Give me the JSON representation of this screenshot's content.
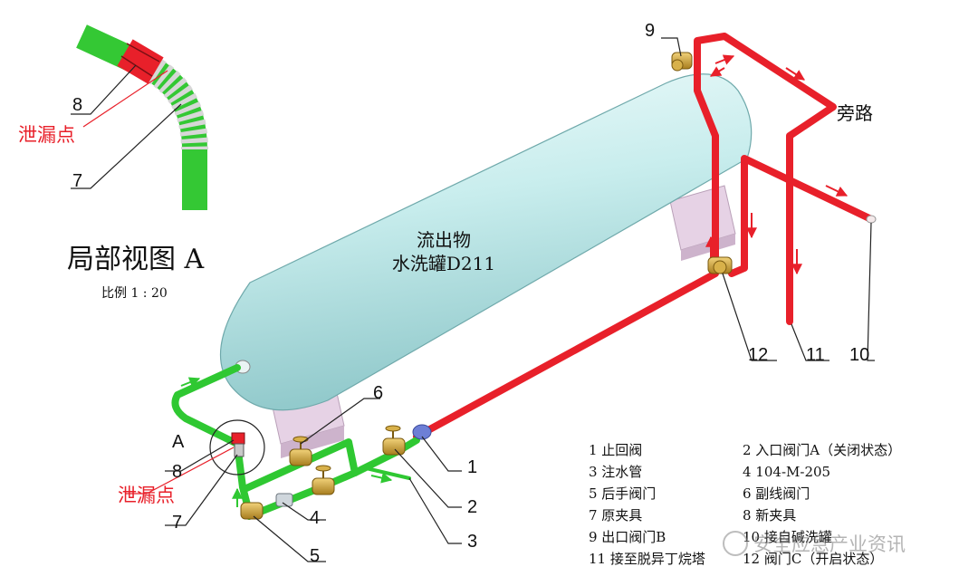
{
  "diagram": {
    "tank_label_line1": "流出物",
    "tank_label_line2": "水洗罐D211",
    "bypass_label": "旁路",
    "detail_view_title": "局部视图 A",
    "detail_scale": "比例 1 : 20",
    "view_marker": "A",
    "leak_point": "泄漏点",
    "callouts": {
      "c1": "1",
      "c2": "2",
      "c3": "3",
      "c4": "4",
      "c5": "5",
      "c6": "6",
      "c7": "7",
      "c8": "8",
      "c9": "9",
      "c10": "10",
      "c11": "11",
      "c12": "12"
    }
  },
  "legend": [
    {
      "left": "1 止回阀",
      "right": "2 入口阀门A（关闭状态）"
    },
    {
      "left": "3 注水管",
      "right": "4 104-M-205"
    },
    {
      "left": "5 后手阀门",
      "right": "6 副线阀门"
    },
    {
      "left": "7 原夹具",
      "right": "8 新夹具"
    },
    {
      "left": "9 出口阀门B",
      "right": "10 接自碱洗罐"
    },
    {
      "left": "11 接至脱异丁烷塔",
      "right": "12 阀门C（开启状态）"
    }
  ],
  "watermark": "安全应急产业资讯",
  "colors": {
    "tank": "#c9eeee",
    "red_pipe": "#e8202a",
    "green_pipe": "#2fc832",
    "support": "#e3cde2",
    "valve": "#d2a93a",
    "leak_text": "#e8202a"
  }
}
